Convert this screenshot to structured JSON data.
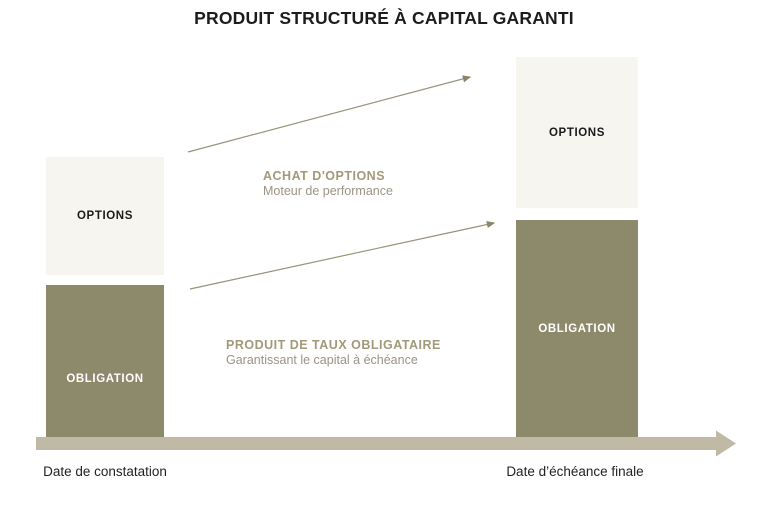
{
  "title": "PRODUIT STRUCTURÉ À CAPITAL GARANTI",
  "colors": {
    "options_fill": "#f7f5ef",
    "obligation_fill": "#8d8a6c",
    "axis": "#c0b9a6",
    "arrow": "#9a937a",
    "annotation_title": "#a2997a",
    "annotation_sub": "#9a9484",
    "title_text": "#1c1c1c"
  },
  "columns": {
    "start": {
      "options_label": "OPTIONS",
      "obligation_label": "OBLIGATION"
    },
    "end": {
      "options_label": "OPTIONS",
      "obligation_label": "OBLIGATION"
    }
  },
  "annotations": {
    "options": {
      "title": "ACHAT D'OPTIONS",
      "subtitle": "Moteur de performance"
    },
    "bond": {
      "title": "PRODUIT DE TAUX OBLIGATAIRE",
      "subtitle": "Garantissant le capital à échéance"
    }
  },
  "axis": {
    "start_label": "Date de constatation",
    "end_label": "Date d’échéance finale",
    "direction": "left-to-right"
  },
  "chart_data": {
    "type": "bar",
    "title": "PRODUIT STRUCTURÉ À CAPITAL GARANTI",
    "xlabel": "",
    "ylabel": "",
    "categories": [
      "Date de constatation",
      "Date d’échéance finale"
    ],
    "series": [
      {
        "name": "OBLIGATION",
        "values": [
          152,
          217
        ]
      },
      {
        "name": "OPTIONS",
        "values": [
          118,
          151
        ]
      }
    ],
    "legend": [
      "OPTIONS",
      "OBLIGATION"
    ],
    "annotations": [
      "ACHAT D'OPTIONS — Moteur de performance",
      "PRODUIT DE TAUX OBLIGATAIRE — Garantissant le capital à échéance"
    ],
    "grid": false,
    "legend_position": "none"
  }
}
